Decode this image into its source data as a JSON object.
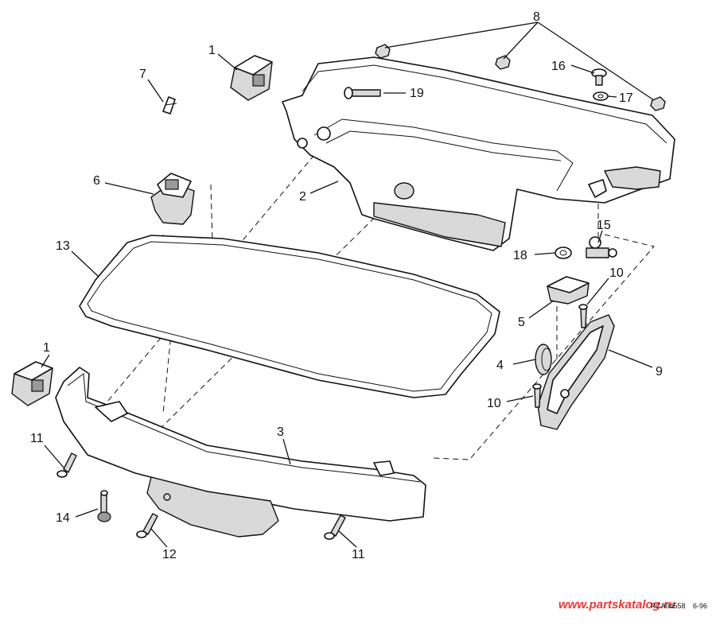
{
  "callouts": {
    "c1a": "1",
    "c1b": "1",
    "c2": "2",
    "c3": "3",
    "c4": "4",
    "c5": "5",
    "c6": "6",
    "c7": "7",
    "c8": "8",
    "c9": "9",
    "c10a": "10",
    "c10b": "10",
    "c11a": "11",
    "c11b": "11",
    "c12": "12",
    "c13": "13",
    "c14": "14",
    "c15": "15",
    "c16": "16",
    "c17": "17",
    "c18": "18",
    "c19": "19"
  },
  "footer": {
    "watermark": "www.partskatalog.ru",
    "reference_code": "PCA04558",
    "date_code": "6-96"
  },
  "colors": {
    "ink": "#111111",
    "watermark": "#e53b3b",
    "shade": "#d9d9d9"
  }
}
